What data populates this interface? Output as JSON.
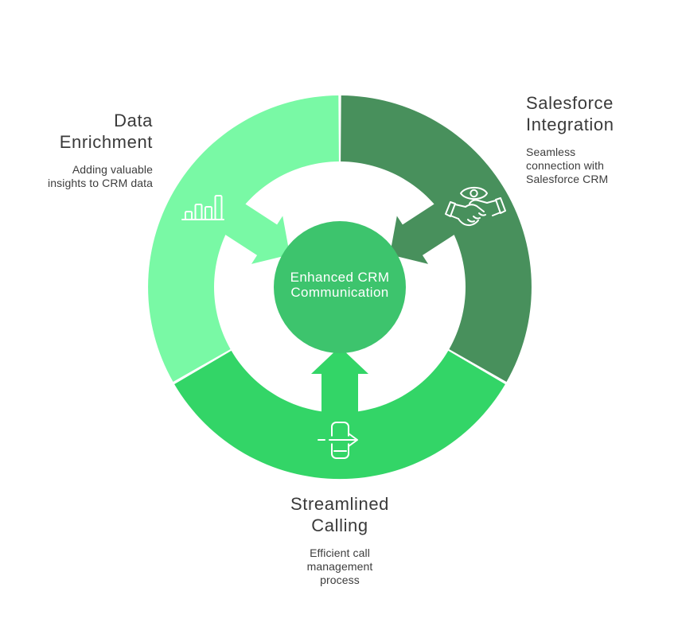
{
  "colors": {
    "background": "#ffffff",
    "center_circle": "#3dc46d",
    "icon_stroke": "#ffffff",
    "title_text": "#3a3a3a",
    "body_text": "#3d3d3d",
    "center_text": "#ffffff"
  },
  "center": {
    "line1": "Enhanced CRM",
    "line2": "Communication"
  },
  "sections": [
    {
      "id": "data-enrichment",
      "title_line1": "Data",
      "title_line2": "Enrichment",
      "desc_line1": "Adding valuable",
      "desc_line2": "insights to CRM data",
      "color": "#79f9a5",
      "icon": "bar-chart-icon"
    },
    {
      "id": "salesforce-integration",
      "title_line1": "Salesforce",
      "title_line2": "Integration",
      "desc_line1": "Seamless",
      "desc_line2": "connection with",
      "desc_line3": "Salesforce CRM",
      "color": "#48905c",
      "icon": "eye-handshake-icon"
    },
    {
      "id": "streamlined-calling",
      "title_line1": "Streamlined",
      "title_line2": "Calling",
      "desc_line1": "Efficient call",
      "desc_line2": "management",
      "desc_line3": "process",
      "color": "#33d567",
      "icon": "phone-outgoing-icon"
    }
  ]
}
